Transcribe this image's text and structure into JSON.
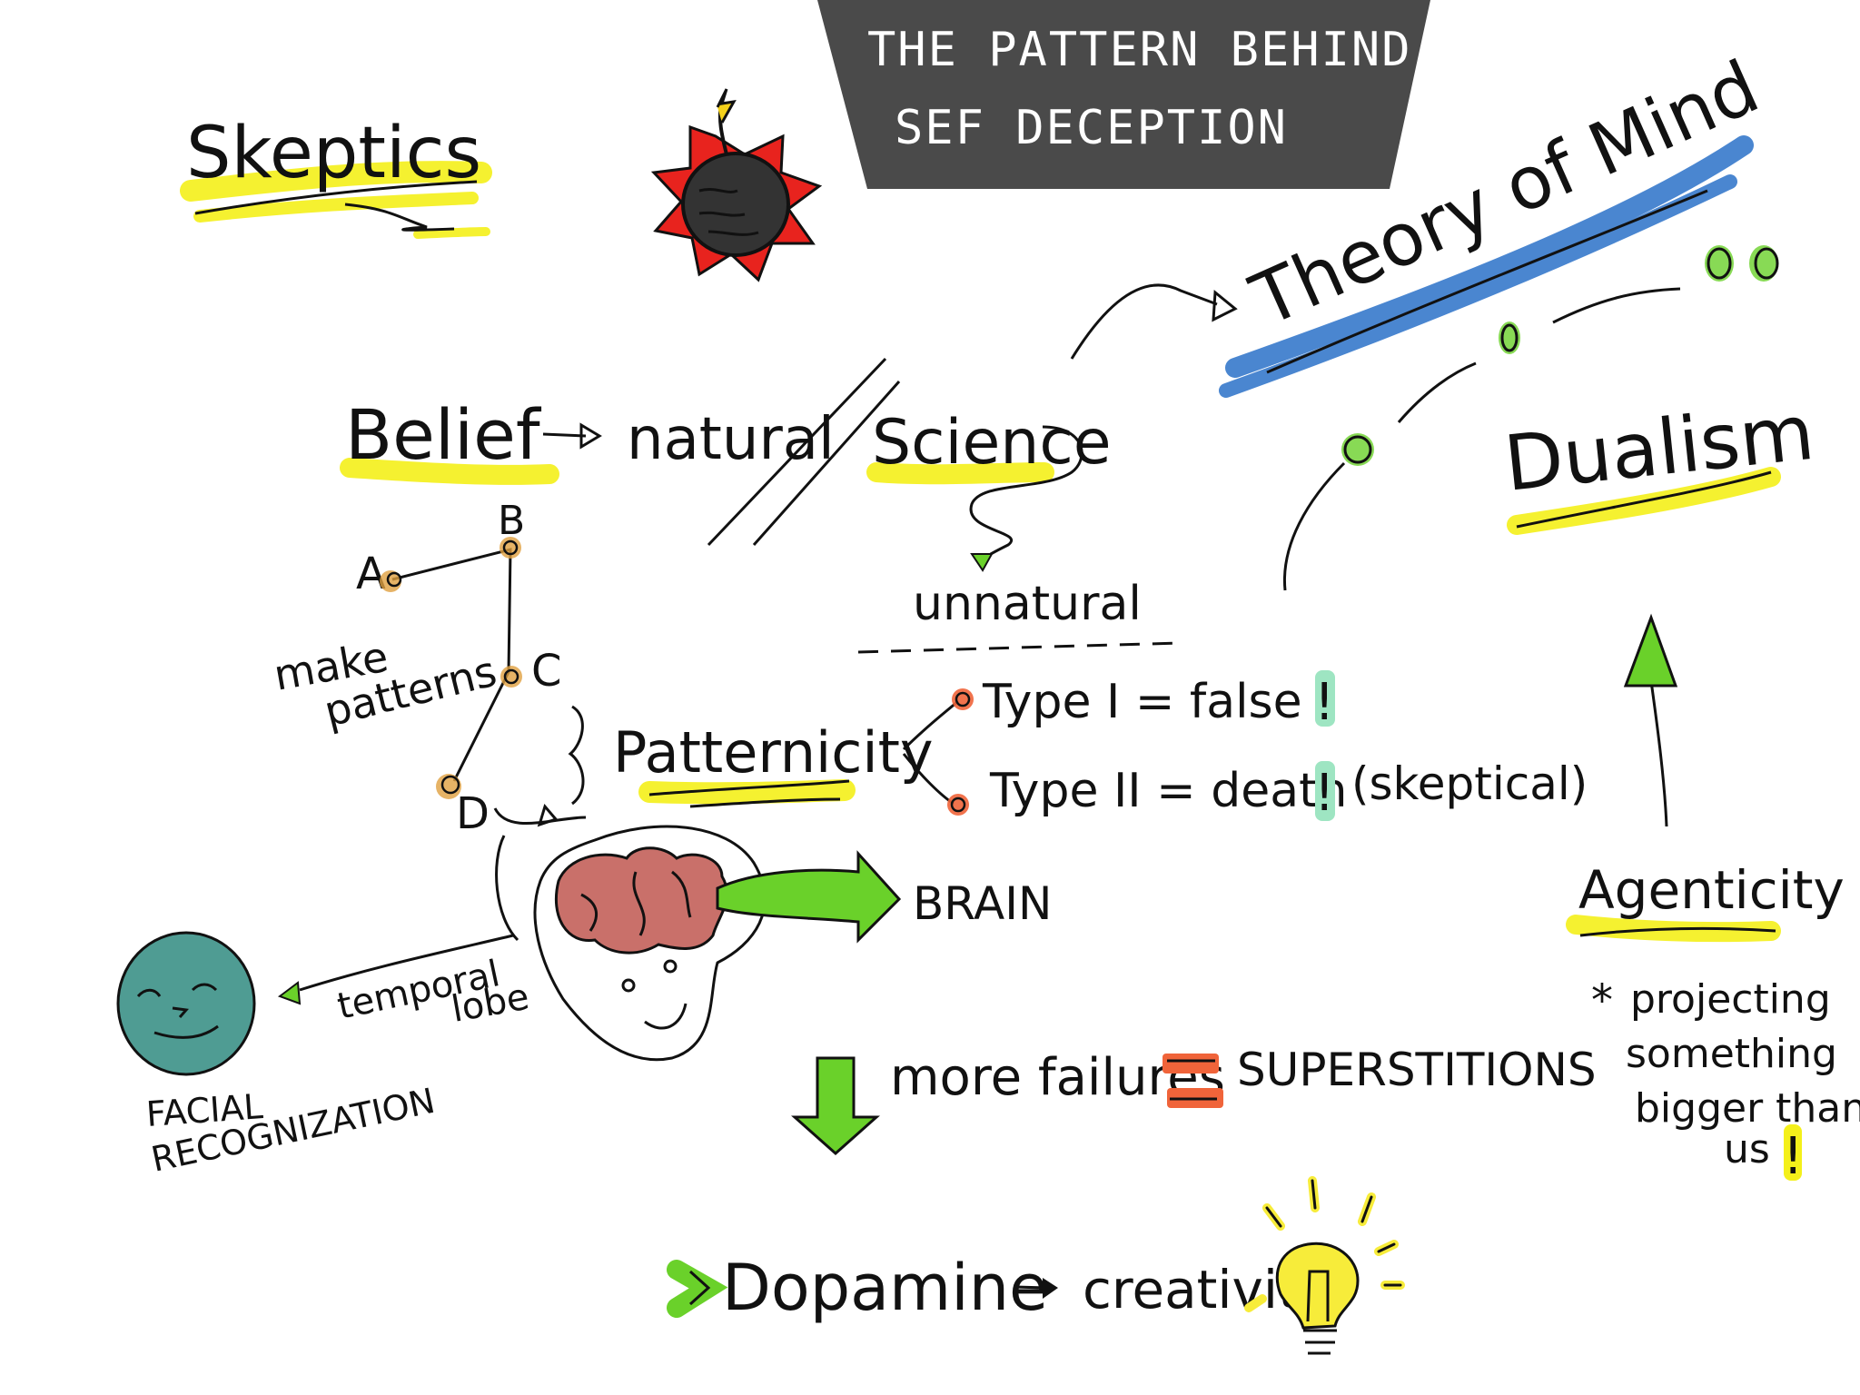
{
  "title": {
    "line1": "THE PATTERN BEHIND",
    "line2": "SEF DECEPTION"
  },
  "nodes": {
    "skeptics": "Skeptics",
    "theory_of_mind": "Theory of Mind",
    "belief": "Belief",
    "natural": "natural",
    "science": "Science",
    "unnatural": "unnatural",
    "dualism": "Dualism",
    "point_a": "A",
    "point_b": "B",
    "point_c": "C",
    "point_d": "D",
    "make_patterns_1": "make",
    "make_patterns_2": "patterns",
    "patternicity": "Patternicity",
    "type1": "Type I = false",
    "type2": "Type II = death",
    "type2_note": "(skeptical)",
    "exclaim": "!",
    "brain": "BRAIN",
    "temporal_1": "temporal",
    "temporal_2": "lobe",
    "facial_1": "FACIAL",
    "facial_2": "RECOGNIZATION",
    "more_failures": "more failures",
    "superstitions": "SUPERSTITIONS",
    "dopamine": "Dopamine",
    "creativity": "creativity",
    "agenticity": "Agenticity",
    "proj_1": "projecting",
    "proj_2": "something",
    "proj_3": "bigger than",
    "proj_4": "us",
    "star": "*"
  },
  "colors": {
    "ink": "#111111",
    "highlight_yellow": "#f4f01a",
    "highlight_blue": "#4a86d0",
    "arrow_green": "#6ad12a",
    "bomb_red": "#e8231e",
    "title_box": "#4a4a4a",
    "brain_pink": "#c9706a",
    "face_teal": "#4f9c93",
    "equals_orange": "#f0643a",
    "bulb_yellow": "#f7ec3a",
    "exclaim_mint": "#9ee5c2",
    "dot_orange": "#e0a040"
  },
  "icons": [
    "bomb-icon",
    "brain-icon",
    "face-icon",
    "lightbulb-icon",
    "down-arrow-icon",
    "up-arrow-icon",
    "right-arrow-icon"
  ]
}
